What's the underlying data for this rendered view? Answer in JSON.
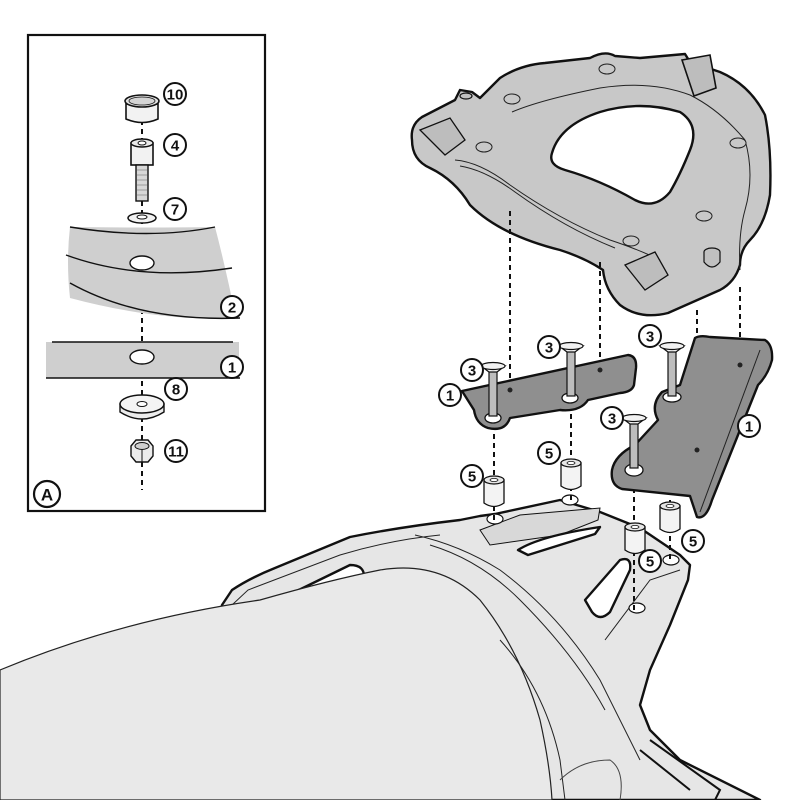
{
  "diagram": {
    "type": "exploded-assembly-view",
    "colors": {
      "background": "#ffffff",
      "line": "#111111",
      "plate_fill": "#c8c8c8",
      "bracket_fill": "#8f8f8f",
      "rack_fill": "#e6e6e6",
      "seat_fill": "#e9e9e9",
      "detail_band_fill": "#cfcfcf"
    },
    "detail_view": {
      "label": "A",
      "callouts": [
        {
          "id": "10",
          "part": "cap"
        },
        {
          "id": "4",
          "part": "socket-head-bolt"
        },
        {
          "id": "7",
          "part": "washer"
        },
        {
          "id": "2",
          "part": "rack-section"
        },
        {
          "id": "1",
          "part": "bracket-section"
        },
        {
          "id": "8",
          "part": "large-washer"
        },
        {
          "id": "11",
          "part": "hex-nut"
        }
      ]
    },
    "main_view": {
      "parts": [
        "top-case-mounting-plate",
        "left-bracket",
        "right-bracket",
        "spacers",
        "countersunk-screws",
        "rear-rack",
        "seat"
      ],
      "callouts": [
        {
          "id": "3",
          "part": "screw-left-bracket-front"
        },
        {
          "id": "3",
          "part": "screw-left-bracket-rear"
        },
        {
          "id": "3",
          "part": "screw-right-bracket-rear"
        },
        {
          "id": "3",
          "part": "screw-right-bracket-front"
        },
        {
          "id": "1",
          "part": "left-bracket"
        },
        {
          "id": "1",
          "part": "right-bracket"
        },
        {
          "id": "5",
          "part": "spacer-left-front"
        },
        {
          "id": "5",
          "part": "spacer-left-rear"
        },
        {
          "id": "5",
          "part": "spacer-right-front"
        },
        {
          "id": "5",
          "part": "spacer-right-rear"
        }
      ]
    }
  }
}
